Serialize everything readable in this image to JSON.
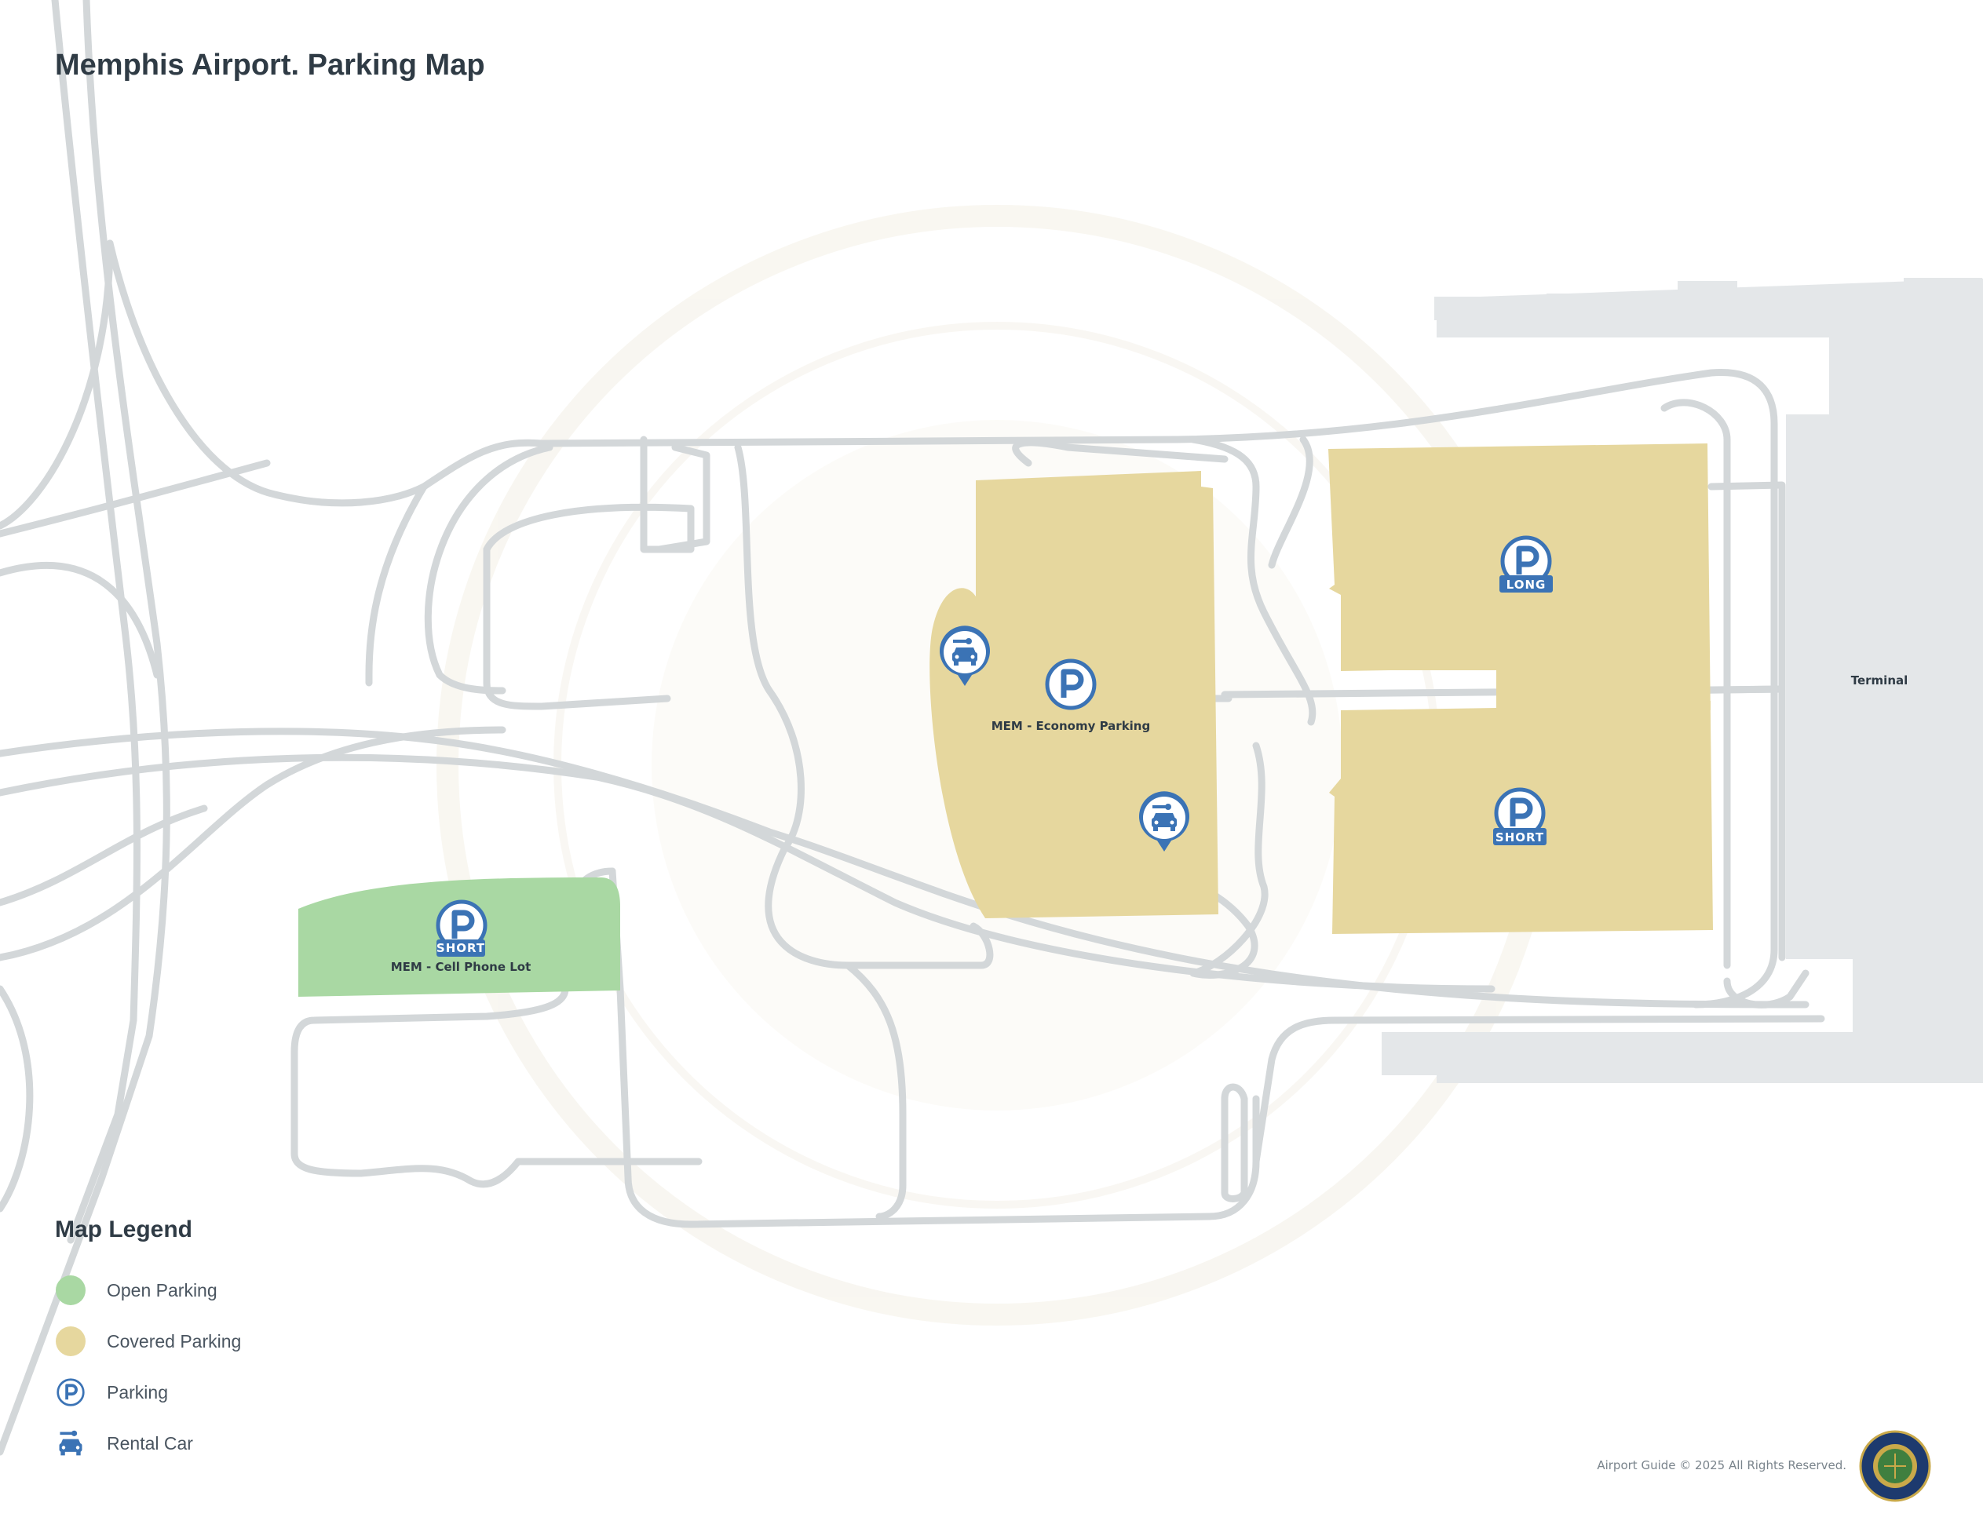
{
  "header": {
    "title": "Memphis Airport. Parking Map"
  },
  "colors": {
    "open_parking": "#a9d8a3",
    "covered_parking": "#e6d79e",
    "icon_blue": "#3b73b5",
    "road": "#d3d7d9",
    "terminal": "#e4e7e9",
    "title_text": "#2f3b45"
  },
  "map": {
    "lots": [
      {
        "name": "MEM - Cell Phone Lot",
        "type": "open",
        "marker": "parking",
        "badge": "SHORT"
      },
      {
        "name": "MEM - Economy Parking",
        "type": "covered",
        "marker": "parking",
        "badge": ""
      },
      {
        "name": "",
        "type": "covered",
        "marker": "parking",
        "badge": "LONG"
      },
      {
        "name": "",
        "type": "covered",
        "marker": "parking",
        "badge": "SHORT"
      }
    ],
    "rental_car_markers": 2,
    "terminal_label": "Terminal"
  },
  "legend": {
    "title": "Map Legend",
    "items": [
      {
        "label": "Open Parking",
        "icon": "open-parking-swatch"
      },
      {
        "label": "Covered Parking",
        "icon": "covered-parking-swatch"
      },
      {
        "label": "Parking",
        "icon": "parking-icon"
      },
      {
        "label": "Rental Car",
        "icon": "rental-car-icon"
      }
    ]
  },
  "footer": {
    "copyright": "Airport Guide © 2025 All Rights Reserved."
  }
}
